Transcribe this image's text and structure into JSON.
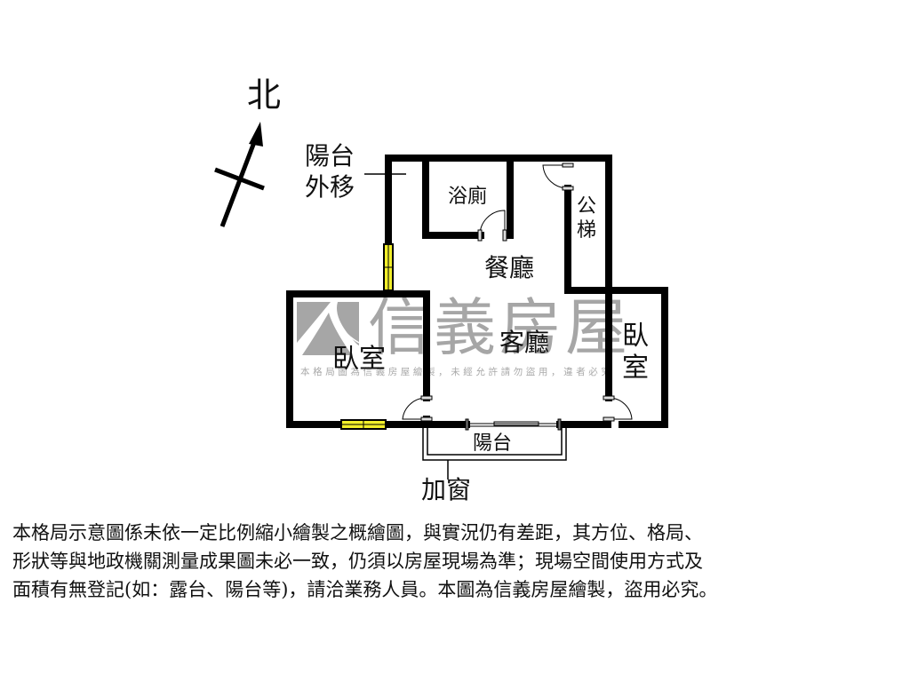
{
  "compass": {
    "north_label": "北"
  },
  "rooms": {
    "balcony_moved": [
      "陽台",
      "外移"
    ],
    "bathroom": "浴廁",
    "dining": "餐廳",
    "public_stairs": [
      "公",
      "梯"
    ],
    "living": "客廳",
    "bedroom_left": "臥室",
    "bedroom_right": [
      "臥",
      "室"
    ],
    "balcony": "陽台",
    "added_window": "加窗"
  },
  "watermark": {
    "brand": "信義房屋",
    "notice": "本格局圖為信義房屋繪製，未經允許請勿盜用，違者必究"
  },
  "colors": {
    "wall": "#000000",
    "window_fill": "#f2ef2a",
    "watermark": "#a6a6a6"
  },
  "disclaimer": {
    "lines": [
      "本格局示意圖係未依一定比例縮小繪製之概繪圖，與實況仍有差距，其方位、格局、",
      "形狀等與地政機關測量成果圖未必一致，仍須以房屋現場為準；現場空間使用方式及",
      "面積有無登記(如：露台、陽台等)，請洽業務人員。本圖為信義房屋繪製，盜用必究。"
    ]
  }
}
